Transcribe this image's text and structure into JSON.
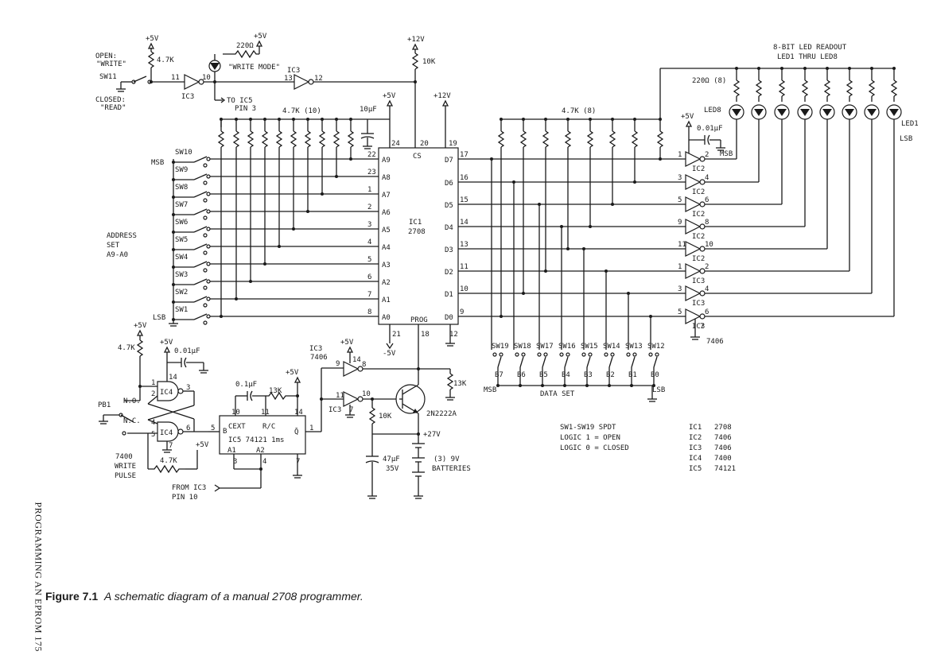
{
  "top": {
    "sw11_open": "OPEN:",
    "sw11_write": "\"WRITE\"",
    "sw11": "SW11",
    "sw11_closed": "CLOSED:",
    "sw11_read": "\"READ\"",
    "p5v": "+5V",
    "p12v": "+12V",
    "r47k": "4.7K",
    "r220": "220Ω",
    "write_mode": "\"WRITE MODE\"",
    "ic3": "IC3",
    "pin11": "11",
    "pin10": "10",
    "pin13": "13",
    "pin12": "12",
    "to_ic5": "TO IC5",
    "pin3": "PIN 3",
    "r10k": "10K",
    "r47k10": "4.7K (10)",
    "c10uf": "10µF",
    "r47k8": "4.7K (8)"
  },
  "address": {
    "msb": "MSB",
    "lsb": "LSB",
    "label1": "ADDRESS",
    "label2": "SET",
    "label3": "A9-A0",
    "switches": [
      "SW10",
      "SW9",
      "SW8",
      "SW7",
      "SW6",
      "SW5",
      "SW4",
      "SW3",
      "SW2",
      "SW1"
    ]
  },
  "ic1": {
    "name": "IC1",
    "part": "2708",
    "cs": "CS",
    "prog": "PROG",
    "addr_labels": [
      "A9",
      "A8",
      "A7",
      "A6",
      "A5",
      "A4",
      "A3",
      "A2",
      "A1",
      "A0"
    ],
    "addr_pins": [
      "22",
      "23",
      "1",
      "2",
      "3",
      "4",
      "5",
      "6",
      "7",
      "8"
    ],
    "data_labels": [
      "D7",
      "D6",
      "D5",
      "D4",
      "D3",
      "D2",
      "D1",
      "D0"
    ],
    "data_pins": [
      "17",
      "16",
      "15",
      "14",
      "13",
      "11",
      "10",
      "9"
    ],
    "pin24": "24",
    "pin20": "20",
    "pin19": "19",
    "pin21": "21",
    "pin18": "18",
    "pin12": "12",
    "m5v": "-5V"
  },
  "data": {
    "switches": [
      "SW19",
      "SW18",
      "SW17",
      "SW16",
      "SW15",
      "SW14",
      "SW13",
      "SW12"
    ],
    "bits": [
      "B7",
      "B6",
      "B5",
      "B4",
      "B3",
      "B2",
      "B1",
      "B0"
    ],
    "msb": "MSB",
    "lsb": "LSB",
    "label": "DATA SET"
  },
  "leds": {
    "title1": "8-BIT LED READOUT",
    "title2": "LED1 THRU LED8",
    "r220_8": "220Ω (8)",
    "led8": "LED8",
    "led1": "LED1",
    "lsb": "LSB",
    "msb": "MSB",
    "c001": "0.01µF",
    "p5v": "+5V",
    "gates": [
      {
        "ic": "IC2",
        "in": "1",
        "out": "2"
      },
      {
        "ic": "IC2",
        "in": "3",
        "out": "4"
      },
      {
        "ic": "IC2",
        "in": "5",
        "out": "6"
      },
      {
        "ic": "IC2",
        "in": "9",
        "out": "8"
      },
      {
        "ic": "IC2",
        "in": "11",
        "out": "10"
      },
      {
        "ic": "IC3",
        "in": "1",
        "out": "2"
      },
      {
        "ic": "IC3",
        "in": "3",
        "out": "4"
      },
      {
        "ic": "IC3",
        "in": "5",
        "out": "6"
      }
    ],
    "pin14": "14",
    "pin7": "7",
    "ic7406": "7406"
  },
  "pulse": {
    "p5v": "+5V",
    "r47k": "4.7K",
    "c001": "0.01µF",
    "pb1": "PB1",
    "no": "N.O.",
    "nc": "N.C.",
    "ic4": "IC4",
    "l7400": "7400",
    "write": "WRITE",
    "pulse": "PULSE",
    "c01": "0.1µF",
    "r13k": "13K",
    "cext": "CEXT",
    "rc": "R/C",
    "b": "B",
    "qbar": "Q̄",
    "ic5": "IC5  74121 1ms",
    "a1": "A1",
    "a2": "A2",
    "from_ic3": "FROM IC3",
    "from_pin": "PIN 10",
    "ic3": "IC3",
    "ic3_7406": "7406",
    "r13k_out": "13K",
    "r10k": "10K",
    "trans": "2N2222A",
    "p27v": "+27V",
    "cap": "47µF",
    "cap_v": "35V",
    "batt": "(3) 9V",
    "batt2": "BATTERIES",
    "n1": "1",
    "n2": "2",
    "n3": "3",
    "n4": "4",
    "n5": "5",
    "n6": "6",
    "n7": "7",
    "n8": "8",
    "n9": "9",
    "n10": "10",
    "n11": "11",
    "n14": "14"
  },
  "notes": {
    "line1": "SW1-SW19 SPDT",
    "line2": "LOGIC 1 = OPEN",
    "line3": "LOGIC 0 = CLOSED",
    "ics": [
      {
        "ref": "IC1",
        "part": "2708"
      },
      {
        "ref": "IC2",
        "part": "7406"
      },
      {
        "ref": "IC3",
        "part": "7406"
      },
      {
        "ref": "IC4",
        "part": "7400"
      },
      {
        "ref": "IC5",
        "part": "74121"
      }
    ]
  },
  "caption": {
    "number": "Figure 7.1",
    "text": "A schematic diagram of a manual 2708 programmer."
  },
  "side": "PROGRAMMING AN EPROM 175"
}
